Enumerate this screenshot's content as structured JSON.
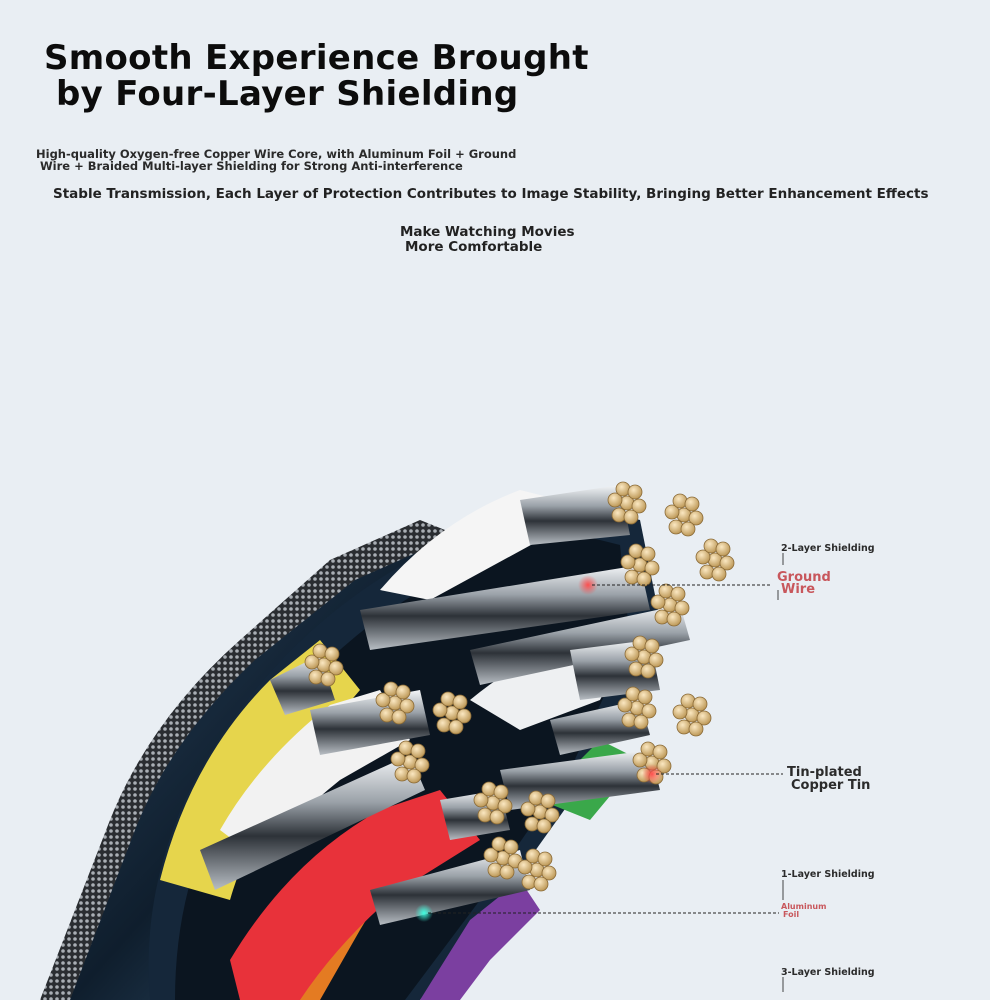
{
  "heading": {
    "line1": "Smooth Experience Brought",
    "line2": "by Four-Layer Shielding"
  },
  "subtitle": {
    "line1": "High-quality Oxygen-free Copper Wire Core, with Aluminum Foil + Ground",
    "line2": "Wire + Braided Multi-layer Shielding for Strong Anti-interference"
  },
  "tagline": "Stable Transmission, Each Layer of Protection Contributes to Image Stability, Bringing Better Enhancement Effects",
  "callout": {
    "line1": "Make Watching Movies",
    "line2": "More Comfortable"
  },
  "labels": {
    "shield2": "2-Layer Shielding",
    "ground_line1": "Ground",
    "ground_line2": "Wire",
    "tin_line1": "Tin-plated",
    "tin_line2": "Copper Tin",
    "shield1": "1-Layer Shielding",
    "foil_line1": "Aluminum",
    "foil_line2": "Foil",
    "shield3": "3-Layer Shielding"
  },
  "colors": {
    "background": "#e9eef3",
    "accent_red": "#c8575c",
    "copper": "#d7b77a"
  }
}
